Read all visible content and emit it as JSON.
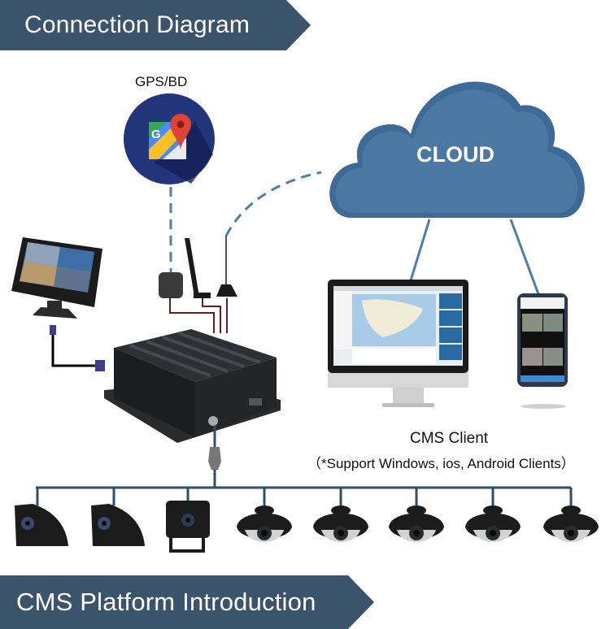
{
  "banners": {
    "top": "Connection Diagram",
    "bottom": "CMS Platform Introduction"
  },
  "gps": {
    "label": "GPS/BD",
    "icon": "google-maps-icon"
  },
  "cloud": {
    "label": "CLOUD"
  },
  "cms_client": {
    "title": "CMS Client",
    "subtitle": "（*Support Windows, ios, Android Clients）"
  },
  "devices": {
    "monitor": "vehicle-monitor",
    "mdvr": "mobile-dvr",
    "antennas": [
      "gps-antenna",
      "wifi-antenna",
      "4g-antenna"
    ],
    "cameras": [
      "side-camera",
      "side-camera",
      "rear-camera",
      "dome-camera",
      "dome-camera",
      "dome-camera",
      "dome-camera",
      "dome-camera"
    ]
  },
  "colors": {
    "banner": "#3b536b",
    "cloud": "#4a76a0",
    "link": "#4f7ea6",
    "cable": "#6b1d1d",
    "bus": "#2f4e6a"
  }
}
